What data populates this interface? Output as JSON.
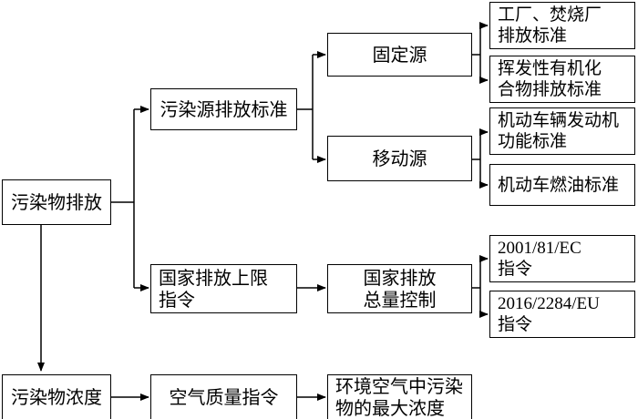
{
  "nodes": {
    "pollutant_emission": "污染物排放",
    "pollutant_concentration": "污染物浓度",
    "source_emission_standard": "污染源排放标准",
    "national_emission_ceiling": "国家排放上限\n指令",
    "air_quality_directive": "空气质量指令",
    "fixed_source": "固定源",
    "mobile_source": "移动源",
    "total_emission_control": "国家排放\n总量控制",
    "max_concentration": "环境空气中污染\n物的最大浓度",
    "factory_incinerator": "工厂、焚烧厂\n排放标准",
    "voc": "挥发性有机化\n合物排放标准",
    "vehicle_engine": "机动车辆发动机\n功能标准",
    "vehicle_fuel": "机动车燃油标准",
    "directive_2001": "2001/81/EC\n指令",
    "directive_2016": "2016/2284/EU\n指令"
  }
}
